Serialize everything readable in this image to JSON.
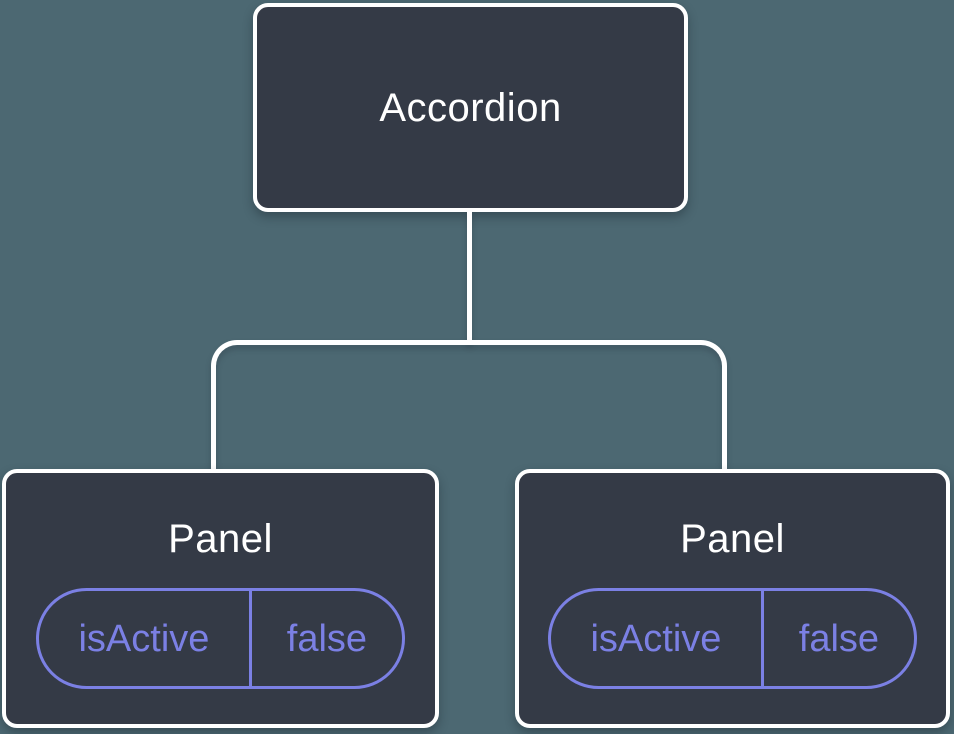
{
  "colors": {
    "background": "#4C6872",
    "node_fill": "#343A46",
    "node_border": "#FFFFFF",
    "node_text": "#FFFFFF",
    "connector": "#FFFFFF",
    "state_accent": "#7B80E4"
  },
  "tree": {
    "root": {
      "label": "Accordion"
    },
    "children": [
      {
        "label": "Panel",
        "state": {
          "name": "isActive",
          "value": "false"
        }
      },
      {
        "label": "Panel",
        "state": {
          "name": "isActive",
          "value": "false"
        }
      }
    ]
  }
}
